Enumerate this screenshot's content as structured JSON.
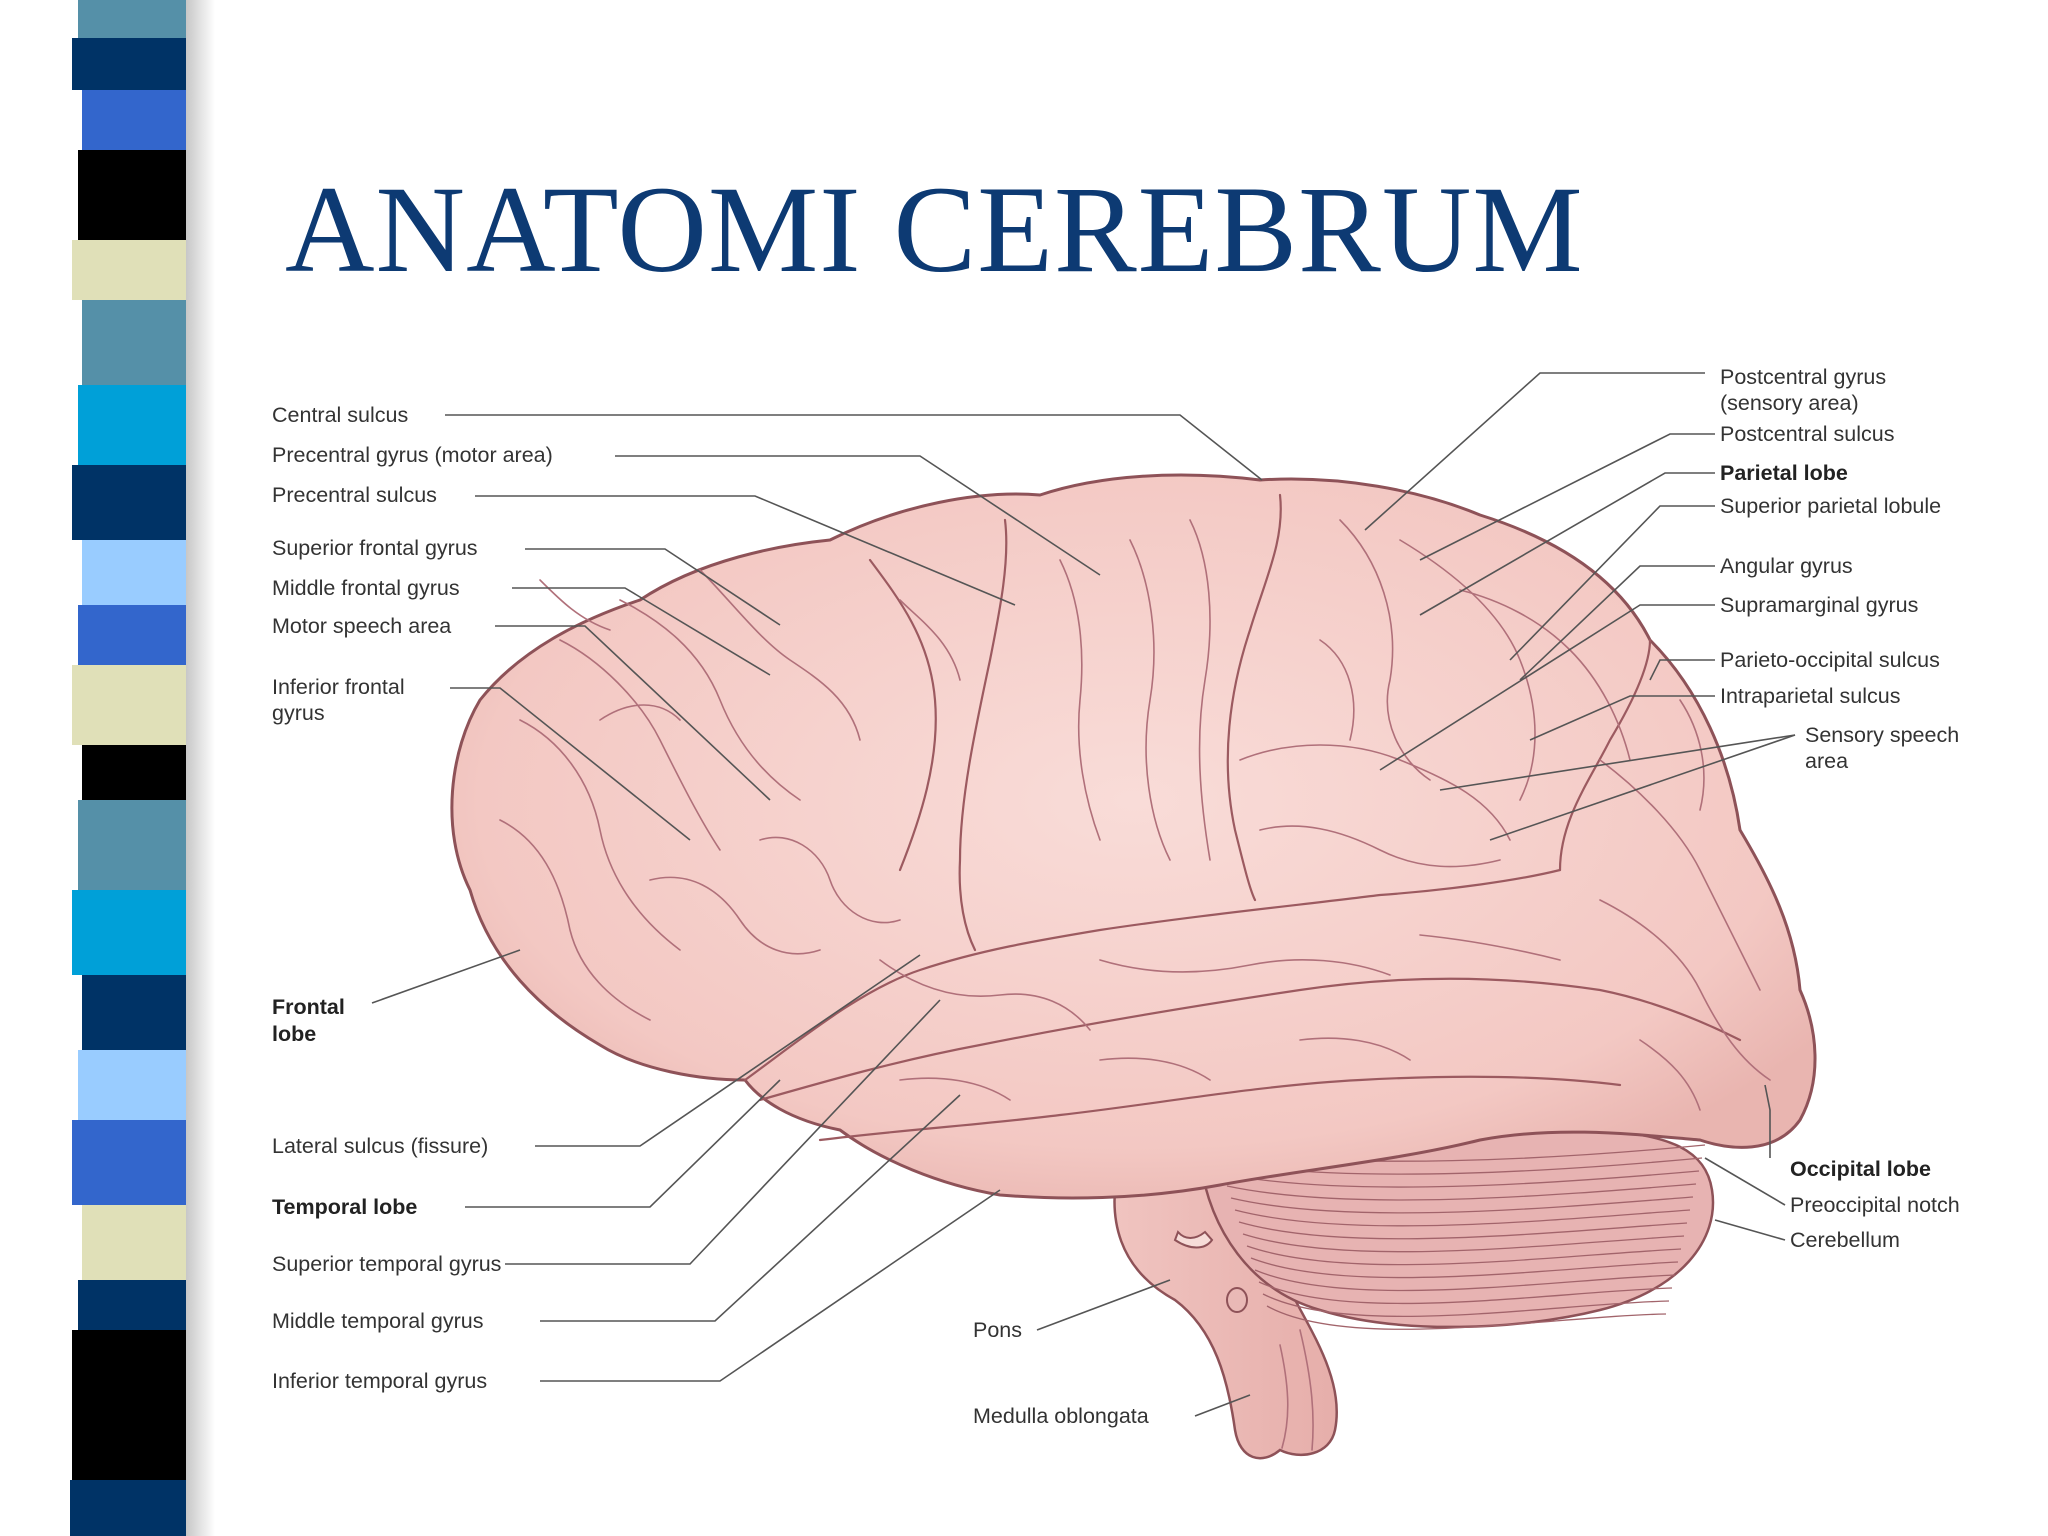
{
  "slide": {
    "title": "ANATOMI CEREBRUM"
  },
  "colors": {
    "title": "#0d3a73",
    "brain": "#f5cdc8",
    "cerebellum": "#e7b3b2",
    "stripe_palette": [
      "#5590a8",
      "#003366",
      "#3366cc",
      "#000000",
      "#e0e0b8",
      "#00a0d8",
      "#99ccff"
    ]
  },
  "labels": {
    "left": {
      "central_sulcus": "Central sulcus",
      "precentral_gyrus": "Precentral gyrus (motor area)",
      "precentral_sulcus": "Precentral sulcus",
      "superior_frontal_gyrus": "Superior frontal gyrus",
      "middle_frontal_gyrus": "Middle frontal gyrus",
      "motor_speech_area": "Motor speech area",
      "inferior_frontal_gyrus_1": "Inferior frontal",
      "inferior_frontal_gyrus_2": "gyrus",
      "frontal_lobe_1": "Frontal",
      "frontal_lobe_2": "lobe",
      "lateral_sulcus": "Lateral sulcus (fissure)",
      "temporal_lobe": "Temporal lobe",
      "superior_temporal_gyrus": "Superior temporal gyrus",
      "middle_temporal_gyrus": "Middle temporal gyrus",
      "inferior_temporal_gyrus": "Inferior temporal gyrus"
    },
    "right": {
      "postcentral_gyrus_1": "Postcentral gyrus",
      "postcentral_gyrus_2": "(sensory area)",
      "postcentral_sulcus": "Postcentral sulcus",
      "parietal_lobe": "Parietal lobe",
      "superior_parietal_lobule": "Superior parietal lobule",
      "angular_gyrus": "Angular gyrus",
      "supramarginal_gyrus": "Supramarginal gyrus",
      "parieto_occipital_sulcus": "Parieto-occipital sulcus",
      "intraparietal_sulcus": "Intraparietal sulcus",
      "sensory_speech_area_1": "Sensory speech",
      "sensory_speech_area_2": "area",
      "occipital_lobe": "Occipital lobe",
      "preoccipital_notch": "Preoccipital notch",
      "cerebellum": "Cerebellum"
    },
    "bottom": {
      "pons": "Pons",
      "medulla_oblongata": "Medulla oblongata"
    }
  }
}
